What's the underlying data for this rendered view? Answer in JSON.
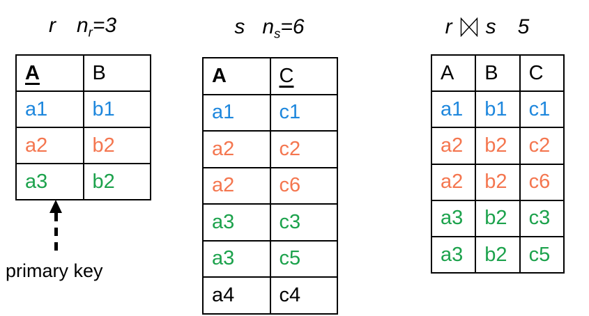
{
  "colors": {
    "blue": "#1e87dd",
    "orange": "#f4764f",
    "green": "#1ca24c",
    "black": "#000000",
    "border": "#000000",
    "background": "#ffffff"
  },
  "annotation": {
    "primary_key_label": "primary key"
  },
  "table_r": {
    "name": "r",
    "cardinality": {
      "var": "n",
      "sub": "r",
      "eq": "=3"
    },
    "headers": [
      {
        "label": "A",
        "bold": true,
        "underline": true
      },
      {
        "label": "B",
        "bold": false,
        "underline": false
      }
    ],
    "rows": [
      {
        "cells": [
          "a1",
          "b1"
        ],
        "color": "blue"
      },
      {
        "cells": [
          "a2",
          "b2"
        ],
        "color": "orange"
      },
      {
        "cells": [
          "a3",
          "b2"
        ],
        "color": "green"
      }
    ]
  },
  "table_s": {
    "name": "s",
    "cardinality": {
      "var": "n",
      "sub": "s",
      "eq": "=6"
    },
    "headers": [
      {
        "label": "A",
        "bold": true,
        "underline": false
      },
      {
        "label": "C",
        "bold": false,
        "underline": true
      }
    ],
    "rows": [
      {
        "cells": [
          "a1",
          "c1"
        ],
        "color": "blue"
      },
      {
        "cells": [
          "a2",
          "c2"
        ],
        "color": "orange"
      },
      {
        "cells": [
          "a2",
          "c6"
        ],
        "color": "orange"
      },
      {
        "cells": [
          "a3",
          "c3"
        ],
        "color": "green"
      },
      {
        "cells": [
          "a3",
          "c5"
        ],
        "color": "green"
      },
      {
        "cells": [
          "a4",
          "c4"
        ],
        "color": "black"
      }
    ]
  },
  "table_join": {
    "title": {
      "left": "r",
      "symbol": "⋈",
      "right": "s",
      "result_count": "5"
    },
    "headers": [
      {
        "label": "A",
        "bold": false,
        "underline": false
      },
      {
        "label": "B",
        "bold": false,
        "underline": false
      },
      {
        "label": "C",
        "bold": false,
        "underline": false
      }
    ],
    "rows": [
      {
        "cells": [
          "a1",
          "b1",
          "c1"
        ],
        "color": "blue"
      },
      {
        "cells": [
          "a2",
          "b2",
          "c2"
        ],
        "color": "orange"
      },
      {
        "cells": [
          "a2",
          "b2",
          "c6"
        ],
        "color": "orange"
      },
      {
        "cells": [
          "a3",
          "b2",
          "c3"
        ],
        "color": "green"
      },
      {
        "cells": [
          "a3",
          "b2",
          "c5"
        ],
        "color": "green"
      }
    ]
  }
}
